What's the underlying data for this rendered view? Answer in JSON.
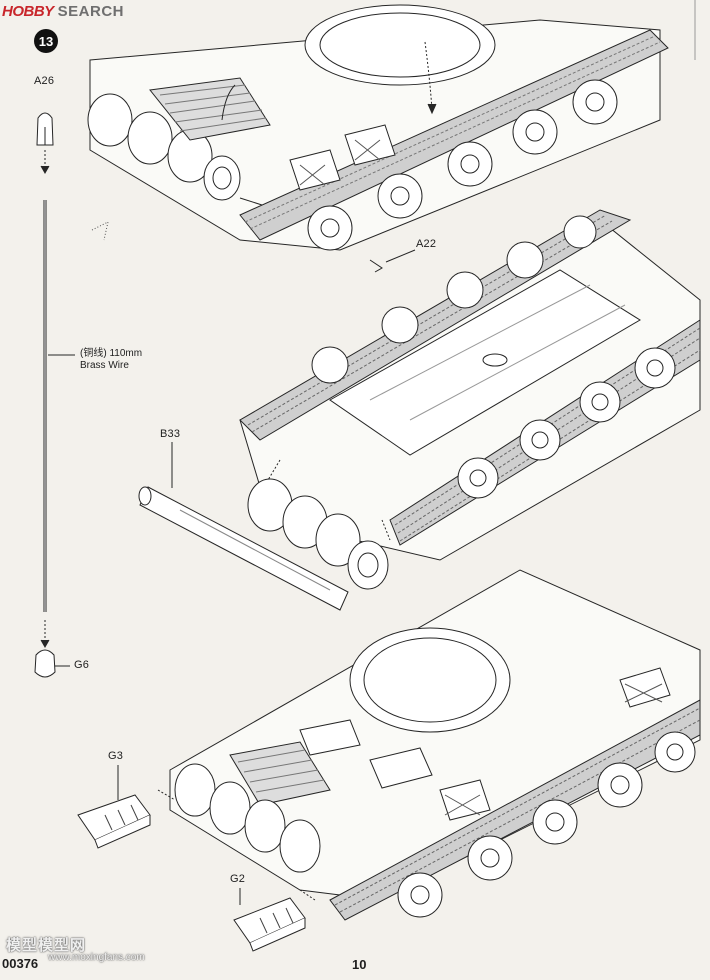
{
  "header": {
    "logo_text": "H",
    "brand": "HOBBY",
    "search": "SEARCH"
  },
  "step": {
    "number": "13"
  },
  "parts": {
    "a26": "A26",
    "a22": "A22",
    "b33": "B33",
    "g6": "G6",
    "g3": "G3",
    "g2": "G2"
  },
  "wire": {
    "chinese": "(铜线)",
    "length": "110mm",
    "name": "Brass Wire"
  },
  "footer": {
    "product_code": "00376",
    "page_number": "10"
  },
  "watermark": {
    "line1": "模型模型网",
    "line2": "www.moxingfans.com"
  },
  "colors": {
    "ink": "#1e1e1e",
    "paper": "#f3f1ec",
    "brand_red": "#c8262b"
  }
}
